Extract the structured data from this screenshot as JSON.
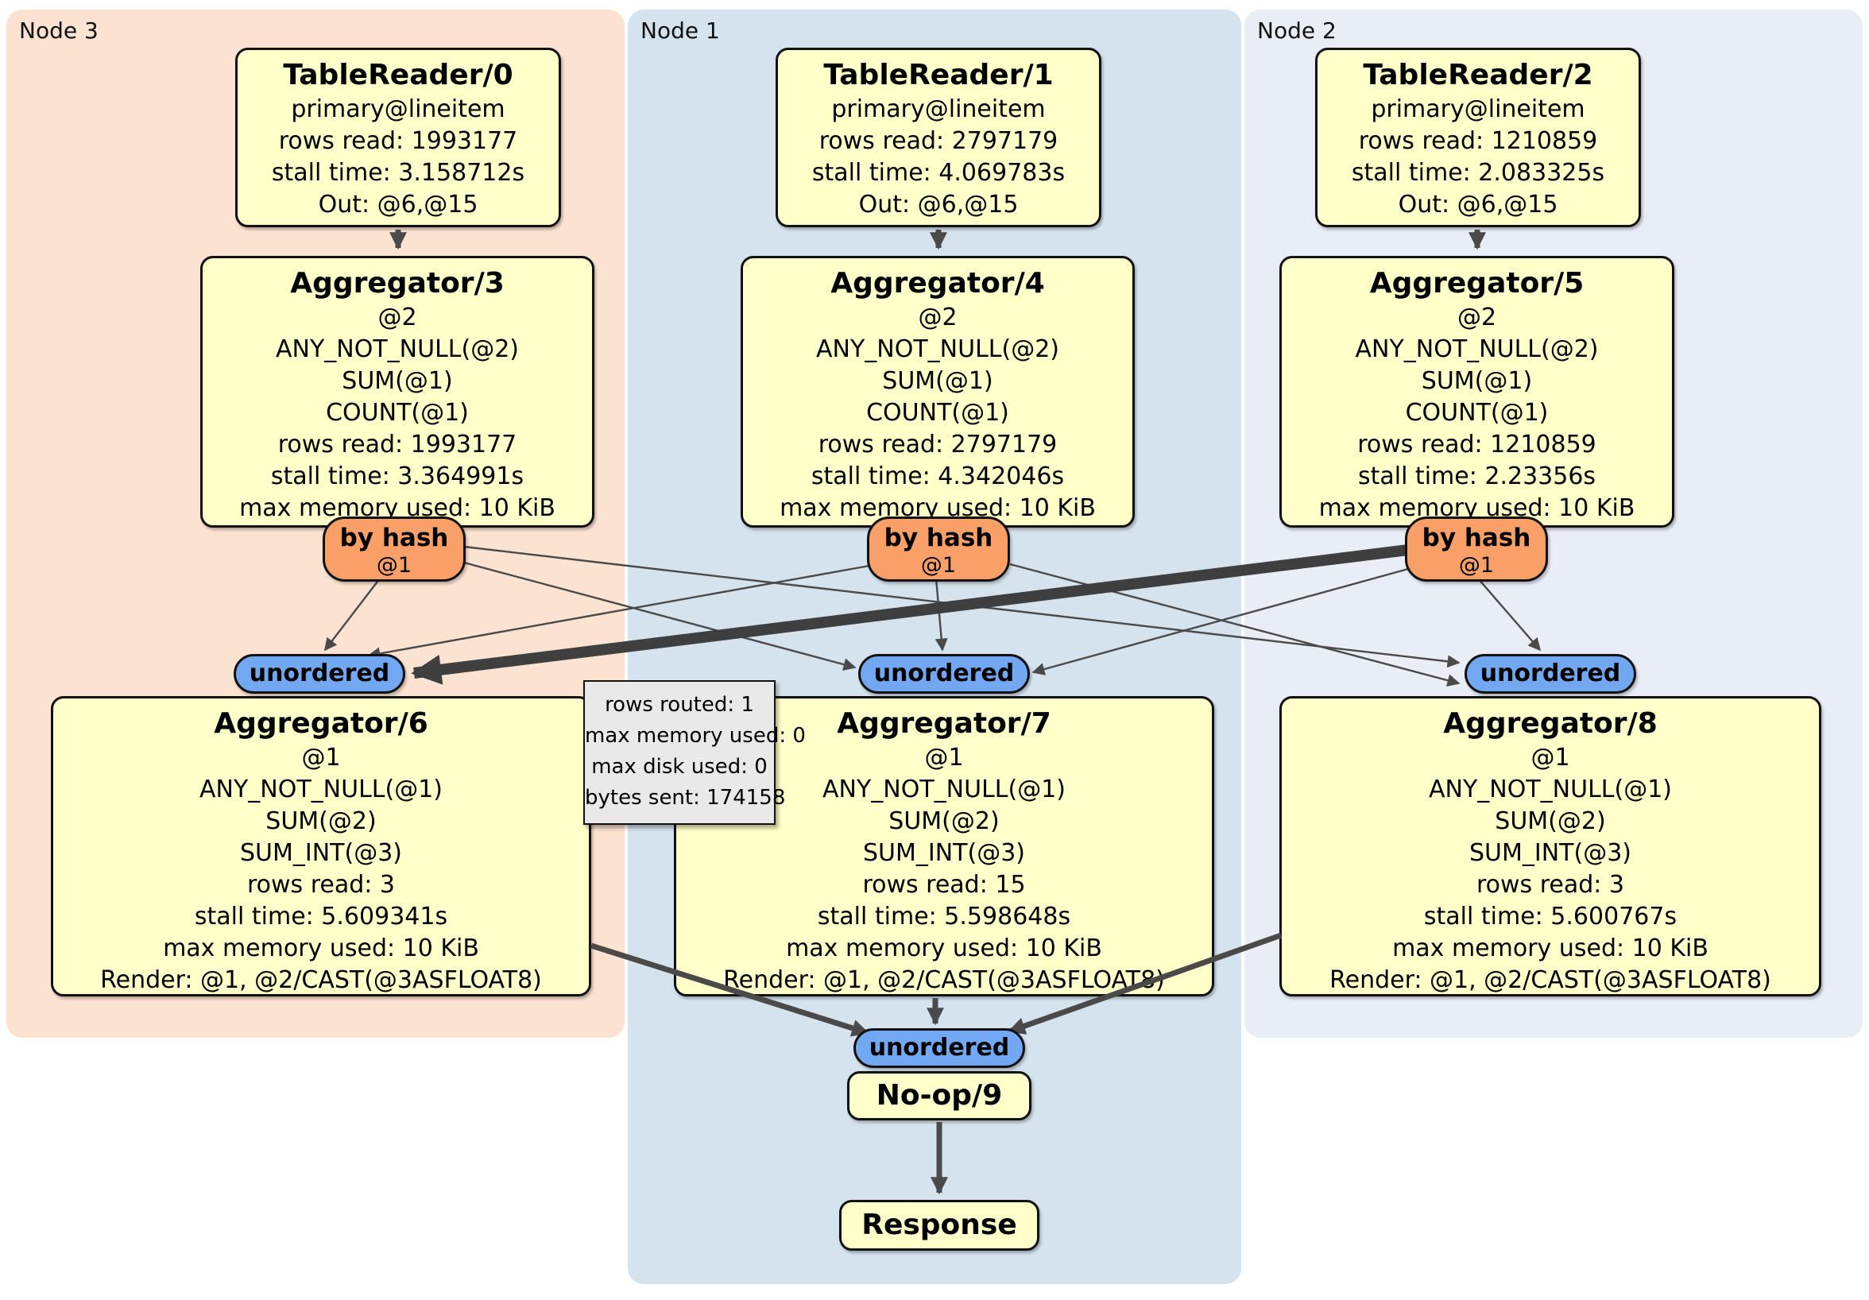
{
  "panels": [
    {
      "label": "Node 3"
    },
    {
      "label": "Node 1"
    },
    {
      "label": "Node 2"
    }
  ],
  "processors": {
    "tr0": {
      "title": "TableReader/0",
      "lines": [
        "primary@lineitem",
        "rows read: 1993177",
        "stall time: 3.158712s",
        "Out: @6,@15"
      ]
    },
    "tr1": {
      "title": "TableReader/1",
      "lines": [
        "primary@lineitem",
        "rows read: 2797179",
        "stall time: 4.069783s",
        "Out: @6,@15"
      ]
    },
    "tr2": {
      "title": "TableReader/2",
      "lines": [
        "primary@lineitem",
        "rows read: 1210859",
        "stall time: 2.083325s",
        "Out: @6,@15"
      ]
    },
    "agg3": {
      "title": "Aggregator/3",
      "lines": [
        "@2",
        "ANY_NOT_NULL(@2)",
        "SUM(@1)",
        "COUNT(@1)",
        "rows read: 1993177",
        "stall time: 3.364991s",
        "max memory used: 10 KiB"
      ]
    },
    "agg4": {
      "title": "Aggregator/4",
      "lines": [
        "@2",
        "ANY_NOT_NULL(@2)",
        "SUM(@1)",
        "COUNT(@1)",
        "rows read: 2797179",
        "stall time: 4.342046s",
        "max memory used: 10 KiB"
      ]
    },
    "agg5": {
      "title": "Aggregator/5",
      "lines": [
        "@2",
        "ANY_NOT_NULL(@2)",
        "SUM(@1)",
        "COUNT(@1)",
        "rows read: 1210859",
        "stall time: 2.23356s",
        "max memory used: 10 KiB"
      ]
    },
    "agg6": {
      "title": "Aggregator/6",
      "lines": [
        "@1",
        "ANY_NOT_NULL(@1)",
        "SUM(@2)",
        "SUM_INT(@3)",
        "rows read: 3",
        "stall time: 5.609341s",
        "max memory used: 10 KiB",
        "Render: @1, @2/CAST(@3ASFLOAT8)"
      ]
    },
    "agg7": {
      "title": "Aggregator/7",
      "lines": [
        "@1",
        "ANY_NOT_NULL(@1)",
        "SUM(@2)",
        "SUM_INT(@3)",
        "rows read: 15",
        "stall time: 5.598648s",
        "max memory used: 10 KiB",
        "Render: @1, @2/CAST(@3ASFLOAT8)"
      ]
    },
    "agg8": {
      "title": "Aggregator/8",
      "lines": [
        "@1",
        "ANY_NOT_NULL(@1)",
        "SUM(@2)",
        "SUM_INT(@3)",
        "rows read: 3",
        "stall time: 5.600767s",
        "max memory used: 10 KiB",
        "Render: @1, @2/CAST(@3ASFLOAT8)"
      ]
    },
    "noop": {
      "title": "No-op/9"
    },
    "response": {
      "title": "Response"
    }
  },
  "router": {
    "label": "by hash",
    "sub": "@1"
  },
  "stream": {
    "label": "unordered"
  },
  "tooltip": {
    "lines": [
      "rows routed: 1",
      "max memory used: 0",
      "max disk used: 0",
      "bytes sent: 174158"
    ]
  },
  "colors": {
    "node3_bg": "#fce2d0",
    "node1_bg": "#d5e3ee",
    "node2_bg": "#e9edf6",
    "processor_fill": "#ffffc9",
    "router_fill": "#f9a068",
    "stream_fill": "#72a8f2",
    "tooltip_bg": "#e9e9e9",
    "edge": "#4a4a4a"
  }
}
